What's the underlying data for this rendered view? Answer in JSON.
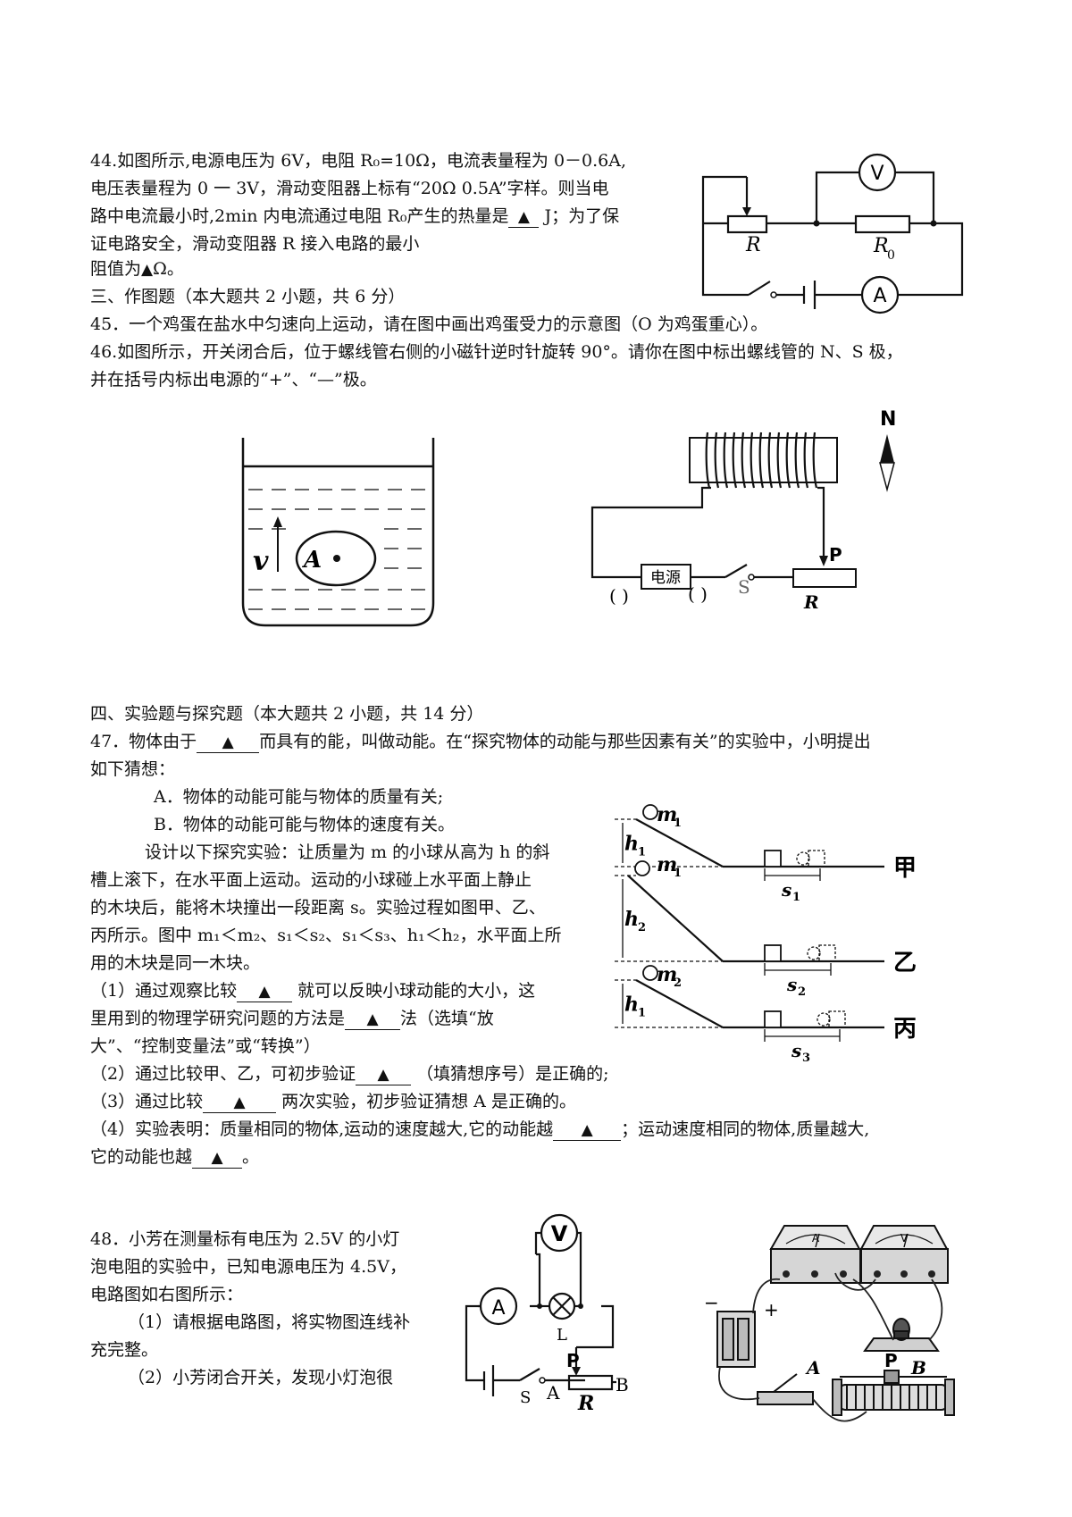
{
  "q44": {
    "line1": "44.如图所示,电源电压为 6V，电阻 R₀=10Ω，电流表量程为 0－0.6A,",
    "line2": "电压表量程为 0 一 3V，滑动变阻器上标有“20Ω 0.5A”字样。则当电",
    "line3_a": "路中电流最小时,2min 内电流通过电阻 R₀产生的热量是",
    "line3_b": "J；为了保",
    "line4": "证电路安全，滑动变阻器 R 接入电路的最小",
    "line5_a": "阻值为",
    "line5_b": "Ω。",
    "diagram": {
      "meter_v": "V",
      "meter_a": "A",
      "label_r": "R",
      "label_r0": "R",
      "label_r0_sub": "0"
    }
  },
  "blank_mark": "▲",
  "section3": "三、作图题（本大题共 2 小题，共 6 分）",
  "q45": "45．一个鸡蛋在盐水中匀速向上运动，请在图中画出鸡蛋受力的示意图（O 为鸡蛋重心）。",
  "q46": {
    "line1": "46.如图所示，开关闭合后，位于螺线管右侧的小磁针逆时针旋转 90°。请你在图中标出螺线管的 N、S 极，",
    "line2": "并在括号内标出电源的“+”、“—”极。"
  },
  "egg_fig": {
    "v": "v",
    "a": "A"
  },
  "solenoid_fig": {
    "n": "N",
    "power": "电源",
    "paren_left": "( )",
    "paren_right": "( )",
    "s": "S",
    "p": "P",
    "r": "R"
  },
  "section4": "四、实验题与探究题（本大题共 2 小题，共 14 分）",
  "q47": {
    "l1_a": "47．物体由于",
    "l1_b": "而具有的能，叫做动能。在“探究物体的动能与那些因素有关”的实验中，小明提出",
    "l2": "如下猜想：",
    "optA": "A．物体的动能可能与物体的质量有关;",
    "optB": "B．物体的动能可能与物体的速度有关。",
    "l5": "设计以下探究实验：让质量为 m 的小球从高为 h 的斜",
    "l6": "槽上滚下，在水平面上运动。运动的小球碰上水平面上静止",
    "l7": "的木块后，能将木块撞出一段距离 s。实验过程如图甲、乙、",
    "l8": "丙所示。图中 m₁＜m₂、s₁＜s₂、s₁＜s₃、h₁＜h₂，水平面上所",
    "l9": "用的木块是同一木块。",
    "p1_a": "（1）通过观察比较",
    "p1_b": "就可以反映小球动能的大小，这",
    "p1_c": "里用到的物理学研究问题的方法是",
    "p1_d": "法（选填“放",
    "p1_e": "大”、“控制变量法”或“转换”）",
    "p2_a": "（2）通过比较甲、乙，可初步验证",
    "p2_b": "（填猜想序号）是正确的;",
    "p3_a": "（3）通过比较",
    "p3_b": "两次实验，初步验证猜想 A 是正确的。",
    "p4_a": "（4）实验表明：质量相同的物体,运动的速度越大,它的动能越",
    "p4_b": "；运动速度相同的物体,质量越大,",
    "p5_a": "它的动能也越",
    "p5_b": "。"
  },
  "ramps": [
    {
      "m": "m",
      "m_sub": "1",
      "h": "h",
      "h_sub": "1",
      "s": "s",
      "s_sub": "1",
      "label": "甲"
    },
    {
      "m": "m",
      "m_sub": "1",
      "h": "h",
      "h_sub": "2",
      "s": "s",
      "s_sub": "2",
      "label": "乙"
    },
    {
      "m": "m",
      "m_sub": "2",
      "h": "h",
      "h_sub": "1",
      "s": "s",
      "s_sub": "3",
      "label": "丙"
    }
  ],
  "q48": {
    "l1": "48．小芳在测量标有电压为 2.5V 的小灯",
    "l2": "泡电阻的实验中，已知电源电压为 4.5V，",
    "l3": "电路图如右图所示：",
    "l4": "（1）请根据电路图，将实物图连线补",
    "l5": "充完整。",
    "l6": "（2）小芳闭合开关，发现小灯泡很"
  },
  "circuit48": {
    "v": "V",
    "a": "A",
    "l": "L",
    "p": "P",
    "s": "S",
    "a2": "A",
    "b": "B",
    "r": "R"
  },
  "photo48": {
    "a": "A",
    "p": "P",
    "b": "B",
    "minus": "−",
    "plus": "+",
    "meter_a": "A",
    "meter_v": "V"
  }
}
